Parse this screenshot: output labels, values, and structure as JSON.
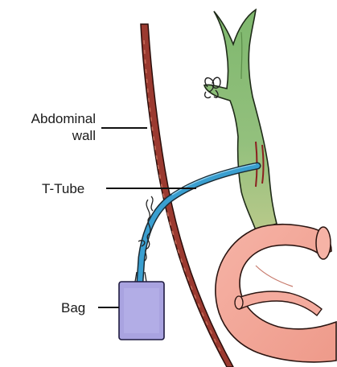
{
  "labels": {
    "abdominal_wall_line1": "Abdominal",
    "abdominal_wall_line2": "wall",
    "t_tube": "T-Tube",
    "bag": "Bag"
  },
  "colors": {
    "bile_duct": "#8fbf7a",
    "duodenum": "#f2a79a",
    "t_tube": "#3a9fd0",
    "bag": "#a9a3e0",
    "abdominal_wall": "#8b2a22"
  }
}
